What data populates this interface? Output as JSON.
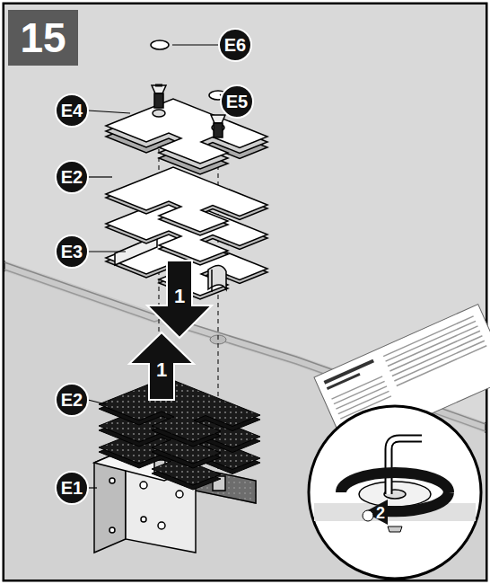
{
  "diagram": {
    "nodes": [
      {
        "text": [
          "15"
        ]
      },
      {
        "text": [
          "E6"
        ]
      },
      {
        "text": [
          "E5"
        ]
      },
      {
        "text": [
          "E4"
        ]
      },
      {
        "text": [
          "E2"
        ]
      },
      {
        "text": [
          "E3"
        ]
      },
      {
        "text": [
          "E2"
        ]
      },
      {
        "text": [
          "E1"
        ]
      }
    ],
    "labels": [
      "1",
      "1",
      "2"
    ]
  }
}
